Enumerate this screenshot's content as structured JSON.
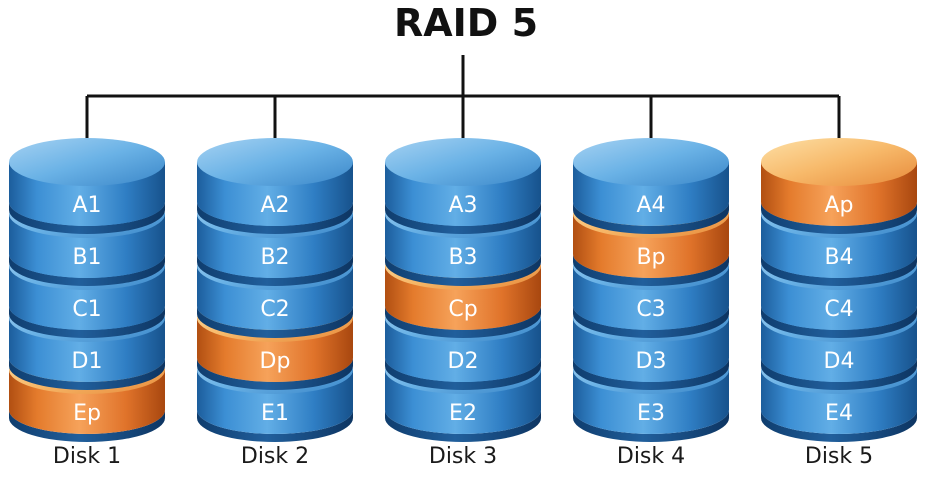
{
  "title": "RAID 5",
  "colors": {
    "data_block": "#2a7cc4",
    "parity_block": "#e07628",
    "connector": "#111111",
    "background": "#ffffff"
  },
  "disks": [
    {
      "label": "Disk 1",
      "blocks": [
        {
          "label": "A1",
          "kind": "data"
        },
        {
          "label": "B1",
          "kind": "data"
        },
        {
          "label": "C1",
          "kind": "data"
        },
        {
          "label": "D1",
          "kind": "data"
        },
        {
          "label": "Ep",
          "kind": "parity"
        }
      ]
    },
    {
      "label": "Disk 2",
      "blocks": [
        {
          "label": "A2",
          "kind": "data"
        },
        {
          "label": "B2",
          "kind": "data"
        },
        {
          "label": "C2",
          "kind": "data"
        },
        {
          "label": "Dp",
          "kind": "parity"
        },
        {
          "label": "E1",
          "kind": "data"
        }
      ]
    },
    {
      "label": "Disk 3",
      "blocks": [
        {
          "label": "A3",
          "kind": "data"
        },
        {
          "label": "B3",
          "kind": "data"
        },
        {
          "label": "Cp",
          "kind": "parity"
        },
        {
          "label": "D2",
          "kind": "data"
        },
        {
          "label": "E2",
          "kind": "data"
        }
      ]
    },
    {
      "label": "Disk 4",
      "blocks": [
        {
          "label": "A4",
          "kind": "data"
        },
        {
          "label": "Bp",
          "kind": "parity"
        },
        {
          "label": "C3",
          "kind": "data"
        },
        {
          "label": "D3",
          "kind": "data"
        },
        {
          "label": "E3",
          "kind": "data"
        }
      ]
    },
    {
      "label": "Disk 5",
      "blocks": [
        {
          "label": "Ap",
          "kind": "parity"
        },
        {
          "label": "B4",
          "kind": "data"
        },
        {
          "label": "C4",
          "kind": "data"
        },
        {
          "label": "D4",
          "kind": "data"
        },
        {
          "label": "E4",
          "kind": "data"
        }
      ]
    }
  ]
}
